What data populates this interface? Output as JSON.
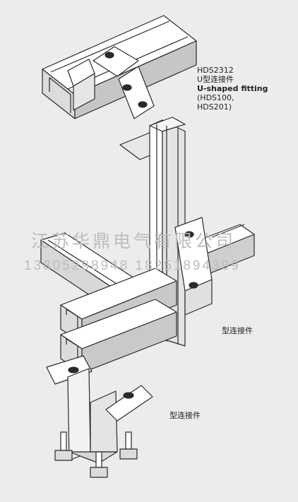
{
  "labels": {
    "code": "HDS2312",
    "name_cn": "U型连接件",
    "name_en": "U-shaped fitting",
    "compat_1": "(HDS100,",
    "compat_2": "HDS201)",
    "middle": "型连接件",
    "bottom": "型连接件"
  },
  "watermark": {
    "company": "江苏华鼎电气有限公司",
    "phones": "13805298948 18251894399"
  },
  "colors": {
    "background": "#ececec",
    "metal_light": "#ffffff",
    "metal_mid": "#e2e2e2",
    "metal_dark": "#a9a9a9",
    "outline": "#2a2a2a",
    "watermark": "#bdbdbd"
  }
}
